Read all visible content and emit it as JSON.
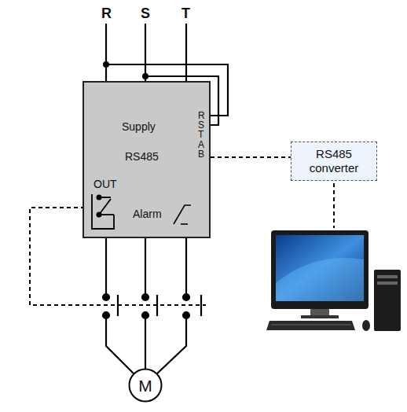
{
  "diagram": {
    "nodes": [
      {
        "text": [
          "Supply",
          "RS485",
          "OUT",
          "Alarm"
        ]
      },
      {
        "text": [
          "RS485 converter"
        ]
      },
      {
        "text": [
          "M"
        ]
      }
    ],
    "edges": [
      {
        "from": 0,
        "to": 1,
        "arrow": "none"
      },
      {
        "from": 0,
        "to": 2,
        "arrow": "none"
      },
      {
        "from": 0,
        "to": 2,
        "arrow": "none"
      },
      {
        "from": 0,
        "to": 2,
        "arrow": "none"
      }
    ],
    "labels": [
      "R",
      "S",
      "T",
      "R",
      "S",
      "T",
      "A",
      "B"
    ]
  }
}
